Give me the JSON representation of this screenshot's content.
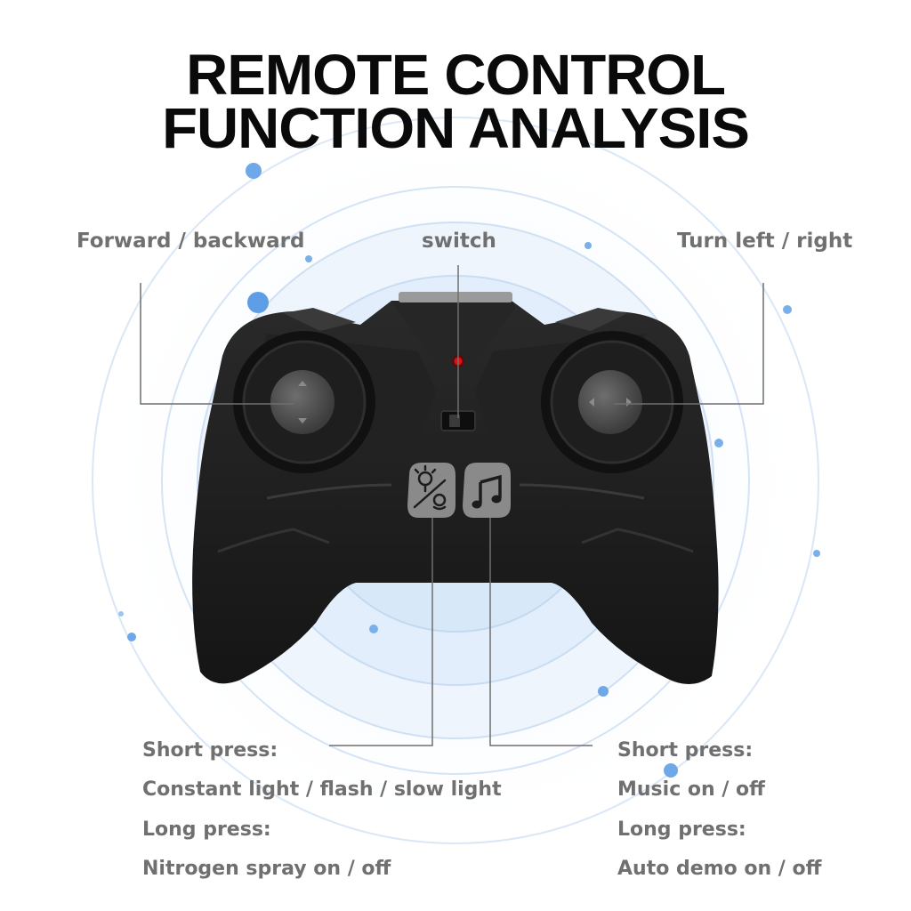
{
  "title": {
    "line1": "REMOTE CONTROL",
    "line2": "FUNCTION ANALYSIS"
  },
  "labels": {
    "left_stick": "Forward / backward",
    "switch": "switch",
    "right_stick": "Turn left / right"
  },
  "light_button": {
    "icon": "light-spray-icon",
    "short_press_label": "Short press:",
    "short_press_action": "Constant light / flash / slow light",
    "long_press_label": "Long press:",
    "long_press_action": "Nitrogen spray on / off"
  },
  "music_button": {
    "icon": "music-note-icon",
    "short_press_label": "Short press:",
    "short_press_action": "Music on / off",
    "long_press_label": "Long press:",
    "long_press_action": "Auto demo on / off"
  },
  "colors": {
    "background": "#ffffff",
    "controller_body": "#1c1c1c",
    "accent_blue": "#5aa0e6",
    "indicator_led": "#e01010",
    "label_text": "#707070"
  }
}
